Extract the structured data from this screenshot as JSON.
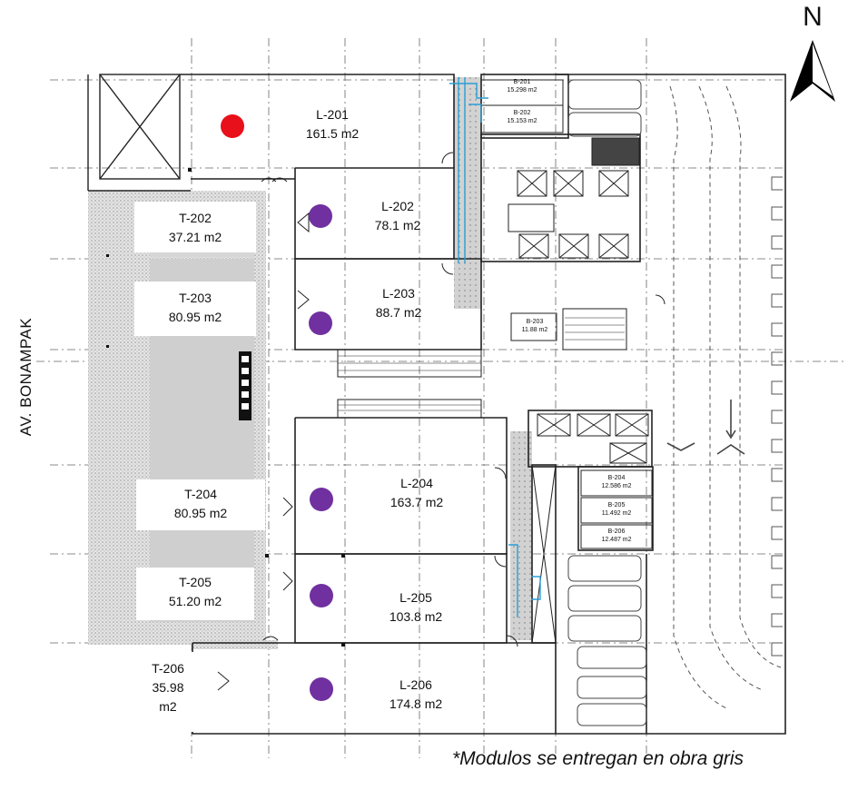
{
  "street": "AV. BONAMPAK",
  "north": "N",
  "footnote": "*Modulos se entregan en obra gris",
  "colors": {
    "occupied": "#e8101a",
    "available": "#7030a0",
    "line": "#222222",
    "duct": "#2a9fd6",
    "walkway": "#cfcfcf"
  },
  "local_units": [
    {
      "name": "L-201",
      "area": "161.5 m2",
      "status": "occupied"
    },
    {
      "name": "L-202",
      "area": "78.1 m2",
      "status": "available"
    },
    {
      "name": "L-203",
      "area": "88.7 m2",
      "status": "available"
    },
    {
      "name": "L-204",
      "area": "163.7 m2",
      "status": "available"
    },
    {
      "name": "L-205",
      "area": "103.8 m2",
      "status": "available"
    },
    {
      "name": "L-206",
      "area": "174.8 m2",
      "status": "available"
    }
  ],
  "terrace_units": [
    {
      "name": "T-202",
      "area": "37.21 m2"
    },
    {
      "name": "T-203",
      "area": "80.95 m2"
    },
    {
      "name": "T-204",
      "area": "80.95 m2"
    },
    {
      "name": "T-205",
      "area": "51.20 m2"
    },
    {
      "name": "T-206",
      "area_line1": "35.98",
      "area_line2": "m2"
    }
  ],
  "bodegas": [
    {
      "name": "B-201",
      "area": "15.298 m2"
    },
    {
      "name": "B-202",
      "area": "15.153 m2"
    },
    {
      "name": "B-203",
      "area": "11.88 m2"
    },
    {
      "name": "B-204",
      "area": "12.586 m2"
    },
    {
      "name": "B-205",
      "area": "11.492 m2"
    },
    {
      "name": "B-206",
      "area": "12.487 m2"
    }
  ]
}
